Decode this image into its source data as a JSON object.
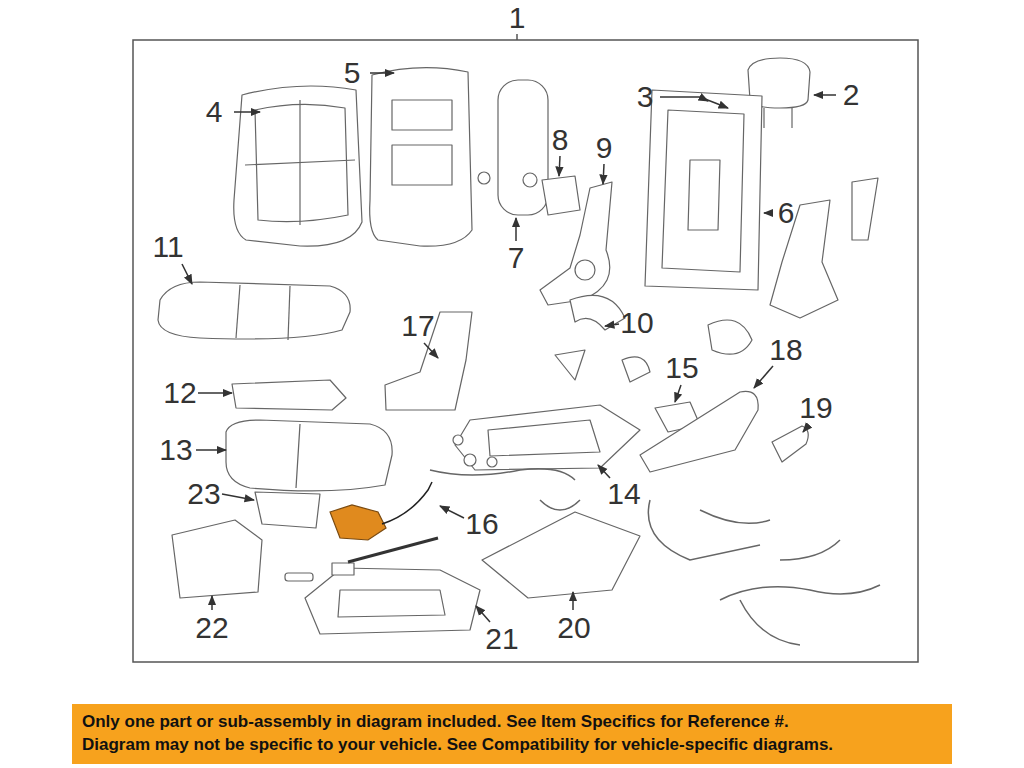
{
  "diagram": {
    "nodes": [
      {
        "text": [
          "Only one part or sub-assembly in diagram included. See Item Specifics for Reference #.",
          "Diagram may not be specific to your vehicle. See Compatibility for vehicle-specific diagrams."
        ]
      }
    ],
    "labels": [
      "1",
      "2",
      "3",
      "4",
      "5",
      "6",
      "7",
      "8",
      "9",
      "10",
      "11",
      "12",
      "13",
      "14",
      "15",
      "16",
      "17",
      "18",
      "19",
      "20",
      "21",
      "22",
      "23"
    ]
  }
}
